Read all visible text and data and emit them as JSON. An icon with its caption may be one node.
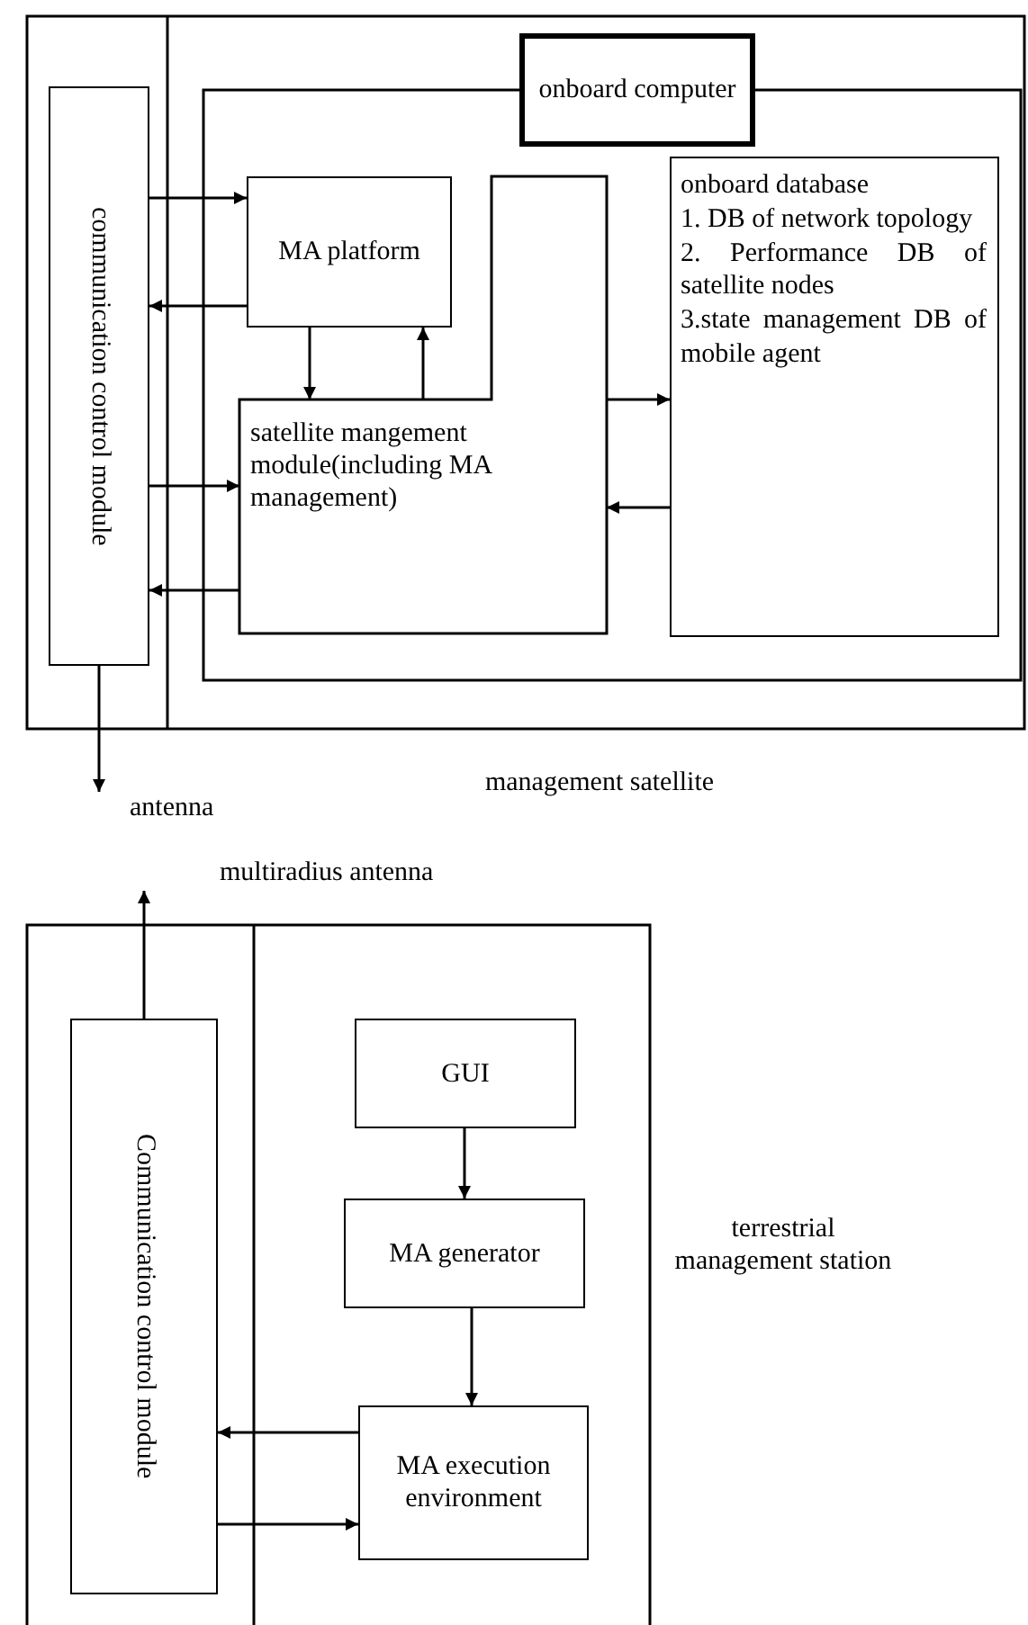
{
  "diagram": {
    "nodes": [
      {
        "text": [
          "management satellite"
        ]
      },
      {
        "text": [
          "communication control module"
        ],
        "in": 0
      },
      {
        "text": [
          "onboard computer"
        ],
        "in": 0
      },
      {
        "text": [
          "MA platform"
        ],
        "in": 2
      },
      {
        "text": [
          "satellite mangement module(including MA management)"
        ],
        "in": 2
      },
      {
        "text": [
          "onboard database",
          "1. DB of network topology",
          "2. Performance DB of satellite nodes",
          "3.state management DB of mobile agent"
        ],
        "in": 2
      },
      {
        "text": [
          "antenna"
        ]
      },
      {
        "text": [
          "multiradius antenna"
        ]
      },
      {
        "text": [
          "terrestrial management station"
        ]
      },
      {
        "text": [
          "Communication control module"
        ],
        "in": 8
      },
      {
        "text": [
          "GUI"
        ],
        "in": 8
      },
      {
        "text": [
          "MA generator"
        ],
        "in": 8
      },
      {
        "text": [
          "MA execution environment"
        ],
        "in": 8
      }
    ],
    "edges": [
      {
        "from": 1,
        "to": 3,
        "arrow": "to"
      },
      {
        "from": 3,
        "to": 1,
        "arrow": "to"
      },
      {
        "from": 1,
        "to": 4,
        "arrow": "to"
      },
      {
        "from": 4,
        "to": 1,
        "arrow": "to"
      },
      {
        "from": 3,
        "to": 4,
        "arrow": "to"
      },
      {
        "from": 4,
        "to": 3,
        "arrow": "to"
      },
      {
        "from": 4,
        "to": 5,
        "arrow": "to"
      },
      {
        "from": 5,
        "to": 4,
        "arrow": "to"
      },
      {
        "from": 1,
        "to": 6,
        "arrow": "to"
      },
      {
        "from": 9,
        "to": 7,
        "arrow": "to"
      },
      {
        "from": 10,
        "to": 11,
        "arrow": "to"
      },
      {
        "from": 11,
        "to": 12,
        "arrow": "to"
      },
      {
        "from": 12,
        "to": 9,
        "arrow": "to"
      },
      {
        "from": 9,
        "to": 12,
        "arrow": "to"
      }
    ]
  }
}
